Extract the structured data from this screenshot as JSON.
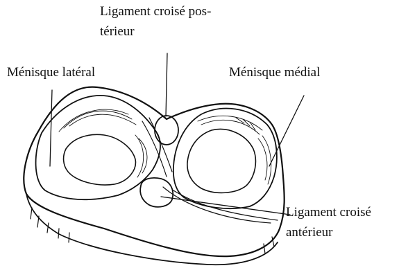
{
  "labels": {
    "posterior_cruciate_line1": "Ligament croisé pos-",
    "posterior_cruciate_line2": "térieur",
    "lateral_meniscus": "Ménisque latéral",
    "medial_meniscus": "Ménisque médial",
    "anterior_cruciate_line1": "Ligament croisé",
    "anterior_cruciate_line2": "antérieur"
  },
  "colors": {
    "ink": "#111111",
    "background": "#ffffff"
  }
}
